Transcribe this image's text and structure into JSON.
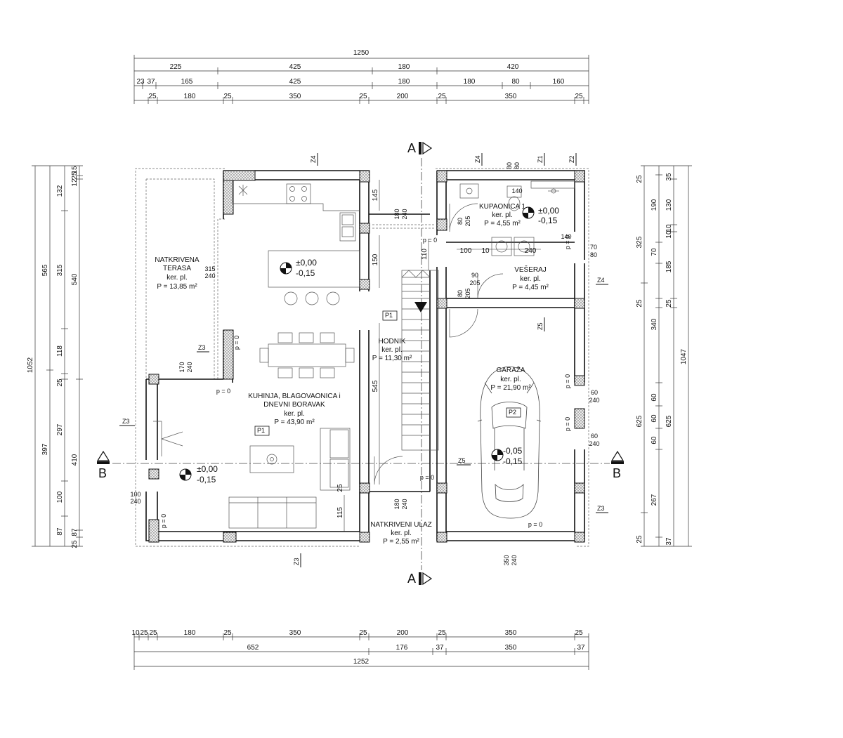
{
  "dims": {
    "top_overall": "1250",
    "top_row1": [
      "225",
      "425",
      "180",
      "420"
    ],
    "top_row2": [
      "23",
      "37",
      "165",
      "425",
      "180",
      "180",
      "80",
      "160"
    ],
    "top_row3": [
      "25",
      "180",
      "25",
      "350",
      "25",
      "200",
      "25",
      "350",
      "25"
    ],
    "bottom_row1": [
      "10",
      "25",
      "25",
      "180",
      "25",
      "350",
      "25",
      "200",
      "25",
      "350",
      "25"
    ],
    "bottom_row2": [
      "652",
      "176",
      "37",
      "350",
      "37"
    ],
    "bottom_overall": "1252",
    "left_overall": "1052",
    "left_outer": [
      "565",
      "397"
    ],
    "left_mid": [
      "132",
      "315",
      "118",
      "25",
      "297",
      "100",
      "87",
      "12"
    ],
    "left_inner": [
      "540",
      "410",
      "87",
      "25"
    ],
    "left_tiny": [
      "25",
      "15",
      "12"
    ],
    "right_overall": "1047",
    "right_outer": [
      "325",
      "625",
      "267",
      "37"
    ],
    "right_mid": [
      "25",
      "190",
      "70",
      "185",
      "25",
      "340",
      "60",
      "60",
      "60",
      "25"
    ],
    "right_inner": [
      "35",
      "130",
      "10",
      "25",
      "625"
    ],
    "right_tiny": [
      "10"
    ]
  },
  "section_marks": {
    "a_label": "A",
    "b_label": "B"
  },
  "wall_tags": {
    "z1": "Z1",
    "z2": "Z2",
    "z3": "Z3",
    "z4": "Z4",
    "z5": "Z5",
    "p1": "P1",
    "p2": "P2"
  },
  "rooms": {
    "terasa": {
      "name1": "NATKRIVENA",
      "name2": "TERASA",
      "finish": "ker. pl.",
      "area": "P = 13,85 m²"
    },
    "kuhinja": {
      "name1": "KUHINJA, BLAGOVAONICA i",
      "name2": "DNEVNI BORAVAK",
      "finish": "ker. pl.",
      "area": "P = 43,90 m²"
    },
    "hodnik": {
      "name1": "HODNIK",
      "finish": "ker. pl.",
      "area": "P = 11,30 m²"
    },
    "kupaonica": {
      "name1": "KUPAONICA 1",
      "finish": "ker. pl.",
      "area": "P = 4,55 m²"
    },
    "veseraj": {
      "name1": "VEŠERAJ",
      "finish": "ker. pl.",
      "area": "P = 4,45 m²"
    },
    "garaza": {
      "name1": "GARAŽA",
      "finish": "ker. pl.",
      "area": "P = 21,90 m²"
    },
    "ulaz": {
      "name1": "NATKRIVENI ULAZ",
      "finish": "ker. pl.",
      "area": "P = 2,55 m²"
    }
  },
  "levels": {
    "kitchen": [
      "±0,00",
      "-0,15"
    ],
    "terrace": [
      "±0,00",
      "-0,15"
    ],
    "bath": [
      "±0,00",
      "-0,15"
    ],
    "garage": [
      "-0,05",
      "-0,15"
    ],
    "p0": "p = 0"
  },
  "openings": {
    "o1": [
      "315",
      "240"
    ],
    "o2": [
      "170",
      "240"
    ],
    "o3": [
      "100",
      "240"
    ],
    "o4": [
      "180",
      "240"
    ],
    "o5": [
      "180",
      "240"
    ],
    "o6": [
      "80",
      "205"
    ],
    "o7": [
      "80",
      "205"
    ],
    "o8": [
      "90",
      "205"
    ],
    "o9": [
      "80",
      "80"
    ],
    "o10": [
      "140"
    ],
    "o11": [
      "350",
      "240"
    ],
    "o12": [
      "60",
      "240"
    ],
    "o13": [
      "60",
      "240"
    ],
    "o14": [
      "70",
      "80"
    ],
    "o15": [
      "140"
    ]
  },
  "inner_dims": {
    "kitchen_145": "145",
    "kitchen_150": "150",
    "hall_545": "545",
    "hall_110": "110",
    "ulaz_115": "115",
    "ulaz_25": "25",
    "laundry_100": "100",
    "laundry_10": "10",
    "laundry_240": "240"
  }
}
